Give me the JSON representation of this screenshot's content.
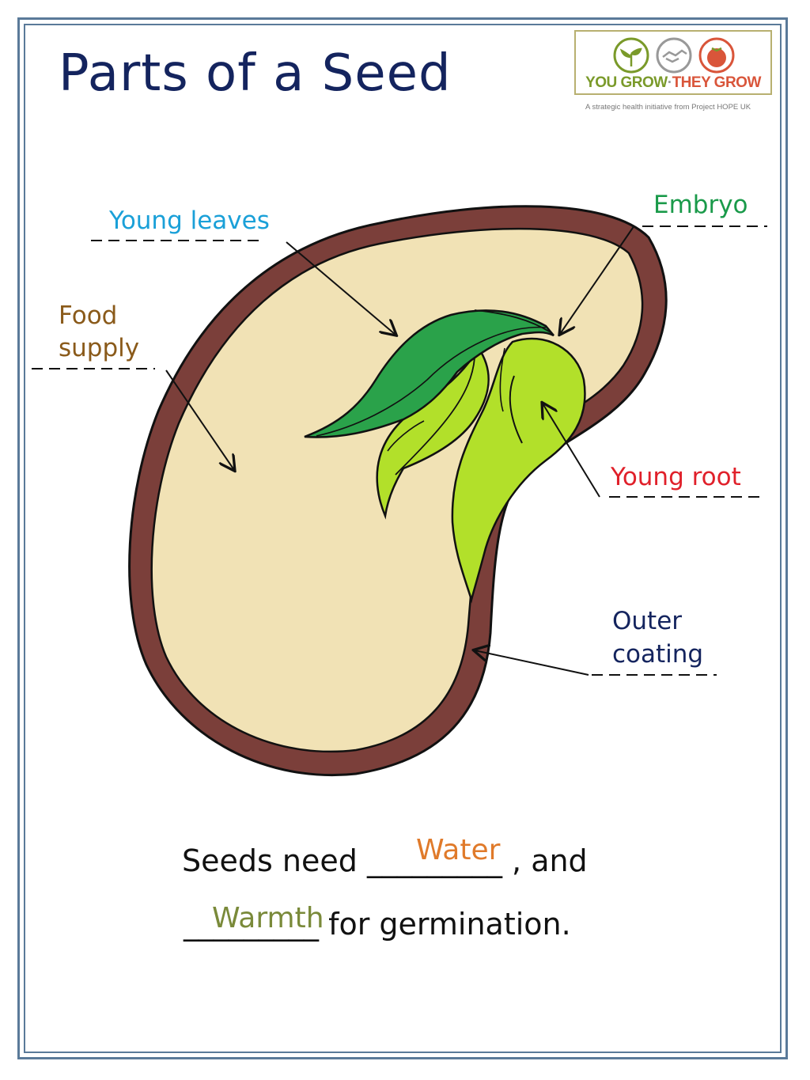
{
  "title": "Parts of a Seed",
  "logo": {
    "part1": "YOU GROW",
    "separator": "·",
    "part2": "THEY GROW",
    "tagline": "A strategic health initiative from Project HOPE UK",
    "colors": {
      "green": "#7a9a2a",
      "red": "#d9553a",
      "grey": "#999999"
    }
  },
  "labels": {
    "young_leaves": {
      "text": "Young leaves",
      "color": "#1aa0d8"
    },
    "embryo": {
      "text": "Embryo",
      "color": "#1a9a4a"
    },
    "food_supply": {
      "line1": "Food",
      "line2": "supply",
      "color": "#8a5a1a"
    },
    "young_root": {
      "text": "Young root",
      "color": "#e0202a"
    },
    "outer_coating": {
      "line1": "Outer",
      "line2": "coating",
      "color": "#14245e"
    }
  },
  "sentence": {
    "line1_start": "Seeds need",
    "line1_blank": "_________",
    "line1_end": ", and",
    "line2_blank": "_________",
    "line2_end": "for germination.",
    "answer1": "Water",
    "answer1_color": "#e07a2a",
    "answer2": "Warmth",
    "answer2_color": "#7a8a3a"
  },
  "colors": {
    "seed_coat": "#7b3f3a",
    "food": "#f1e2b5",
    "leaf_dark": "#2aa24a",
    "leaf_light": "#b2e02a",
    "outline": "#111111"
  }
}
